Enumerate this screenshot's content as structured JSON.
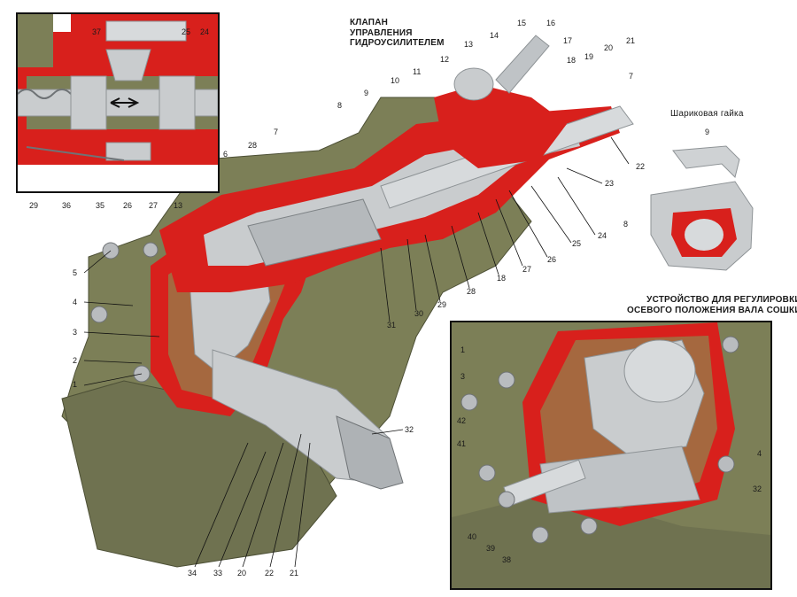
{
  "captions": {
    "valve_line1": "КЛАПАН",
    "valve_line2": "УПРАВЛЕНИЯ",
    "valve_line3": "ГИДРОУСИЛИТЕЛЕМ",
    "ball_nut": "Шариковая гайка",
    "adjust_line1": "УСТРОЙСТВО ДЛЯ РЕГУЛИРОВКИ",
    "adjust_line2": "ОСЕВОГО ПОЛОЖЕНИЯ ВАЛА СОШКИ"
  },
  "colors": {
    "housing": "#7c7f57",
    "housing_dark": "#5f6242",
    "cut_red": "#d8201c",
    "steel": "#c9ccce",
    "steel_dark": "#8e9396",
    "oil": "#a5683f"
  },
  "labels": {
    "inset_tl": [
      "37",
      "25",
      "24",
      "29",
      "36",
      "35",
      "26",
      "27",
      "13"
    ],
    "top": [
      "15",
      "16",
      "14",
      "13",
      "17",
      "12",
      "11",
      "18",
      "19",
      "20",
      "21",
      "7",
      "10",
      "9",
      "8",
      "7",
      "6",
      "28"
    ],
    "right": [
      "22",
      "23",
      "24",
      "25",
      "26",
      "27",
      "18",
      "28",
      "29",
      "30",
      "31"
    ],
    "left": [
      "5",
      "4",
      "3",
      "2",
      "1"
    ],
    "bottom": [
      "34",
      "33",
      "20",
      "22",
      "21",
      "32"
    ],
    "ball_nut": [
      "9",
      "8"
    ],
    "inset_br": [
      "1",
      "3",
      "42",
      "41",
      "40",
      "39",
      "38",
      "4",
      "32"
    ]
  }
}
